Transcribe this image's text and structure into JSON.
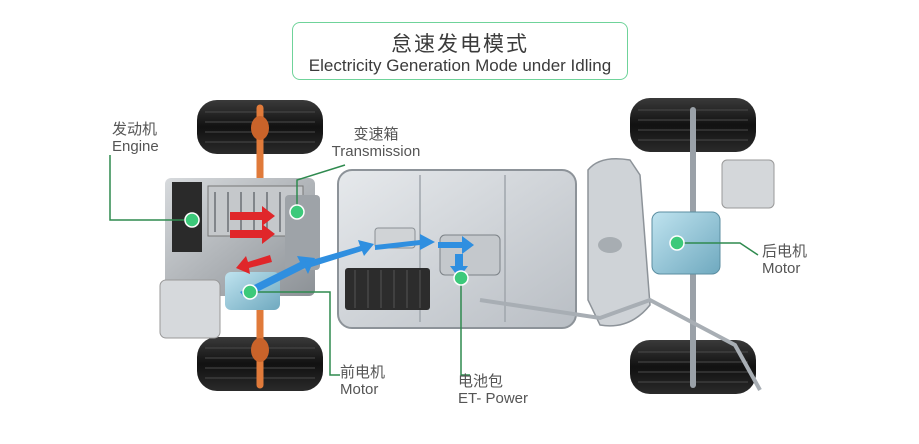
{
  "title": {
    "cn": "怠速发电模式",
    "en": "Electricity Generation Mode under Idling"
  },
  "labels": {
    "engine": {
      "cn": "发动机",
      "en": "Engine"
    },
    "transmission": {
      "cn": "变速箱",
      "en": "Transmission"
    },
    "front_motor": {
      "cn": "前电机",
      "en": "Motor"
    },
    "battery": {
      "cn": "电池包",
      "en": "ET- Power"
    },
    "rear_motor": {
      "cn": "后电机",
      "en": "Motor"
    }
  },
  "colors": {
    "accent_green": "#3cc97a",
    "leader_line": "#2f8a4f",
    "energy_red": "#e0262a",
    "energy_blue": "#2f8fe0",
    "axle_orange": "#e07a3a"
  }
}
